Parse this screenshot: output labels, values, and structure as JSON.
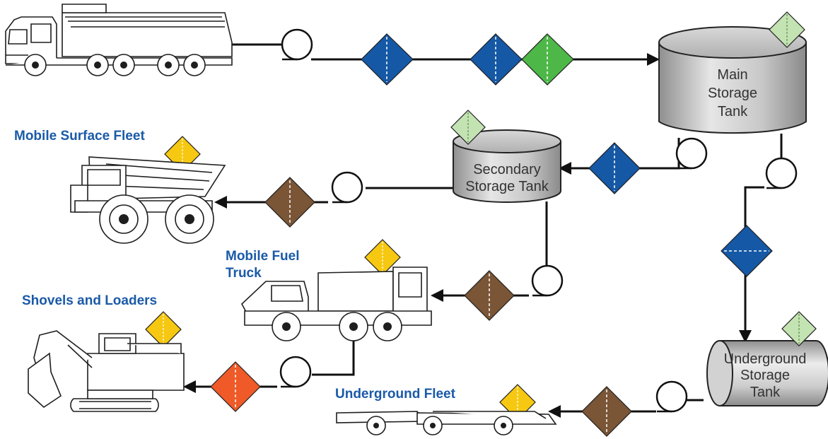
{
  "labels": {
    "main_tank": [
      "Main",
      "Storage",
      "Tank"
    ],
    "secondary_tank": [
      "Secondary",
      "Storage Tank"
    ],
    "underground_tank": [
      "Underground",
      "Storage",
      "Tank"
    ],
    "mobile_surface_fleet": "Mobile Surface Fleet",
    "mobile_fuel_truck": [
      "Mobile Fuel",
      "Truck"
    ],
    "shovels_and_loaders": "Shovels and Loaders",
    "underground_fleet": "Underground Fleet"
  },
  "colors": {
    "label_blue": "#1a5aa8",
    "diamond_blue": "#1558a5",
    "diamond_green": "#4db848",
    "diamond_light_green": "#c4e3b3",
    "diamond_yellow": "#f6c811",
    "diamond_brown": "#7a5536",
    "diamond_orange": "#ef5a28",
    "tank_gray": "#bdbdbd"
  },
  "icons": [
    "dump-truck",
    "haul-truck",
    "fuel-truck",
    "hydraulic-shovel",
    "underground-loader",
    "filter-symbol",
    "storage-tank"
  ]
}
